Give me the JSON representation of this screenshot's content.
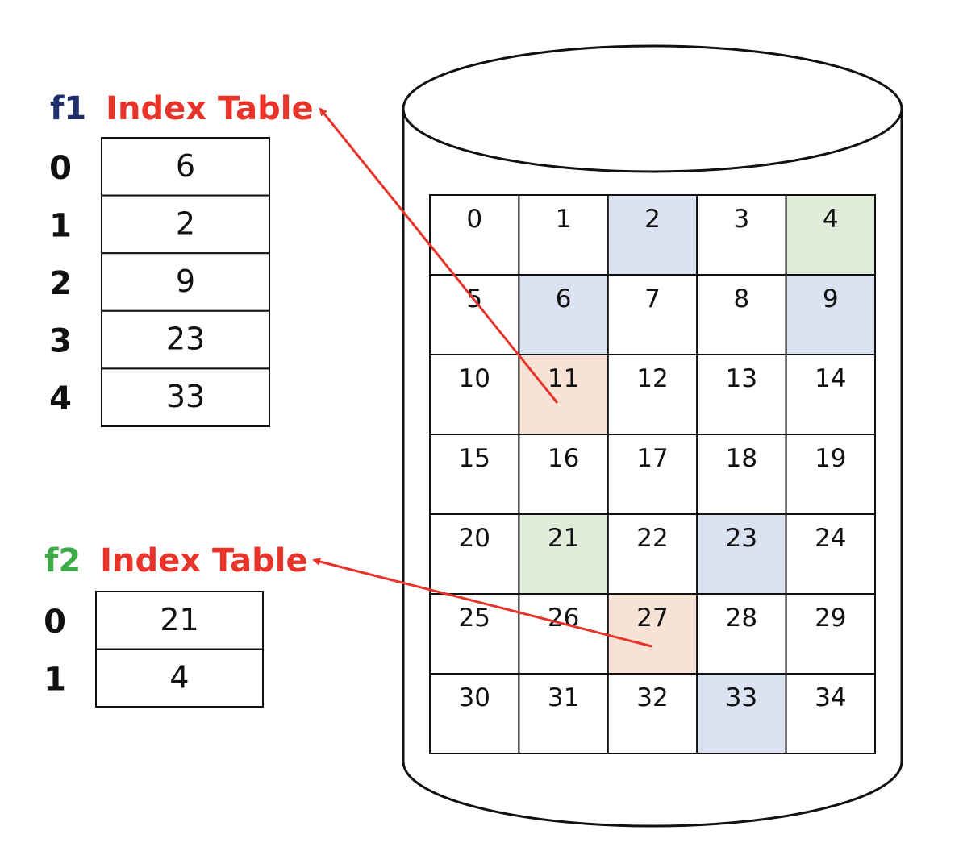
{
  "colors": {
    "pointer_arrow": "#e8332a",
    "f1_block_fill": "#dbe2f2",
    "f2_block_fill": "#e2ecda",
    "index_block_fill": "#f6e3d6"
  },
  "f1_table": {
    "prefix": "f1",
    "title": "Index Table",
    "rows": [
      {
        "index": "0",
        "value": "6"
      },
      {
        "index": "1",
        "value": "2"
      },
      {
        "index": "2",
        "value": "9"
      },
      {
        "index": "3",
        "value": "23"
      },
      {
        "index": "4",
        "value": "33"
      }
    ]
  },
  "f2_table": {
    "prefix": "f2",
    "title": "Index Table",
    "rows": [
      {
        "index": "0",
        "value": "21"
      },
      {
        "index": "1",
        "value": "4"
      }
    ]
  },
  "disk": {
    "blocks": [
      {
        "n": "0",
        "owner": ""
      },
      {
        "n": "1",
        "owner": ""
      },
      {
        "n": "2",
        "owner": "f1"
      },
      {
        "n": "3",
        "owner": ""
      },
      {
        "n": "4",
        "owner": "f2"
      },
      {
        "n": "5",
        "owner": ""
      },
      {
        "n": "6",
        "owner": "f1"
      },
      {
        "n": "7",
        "owner": ""
      },
      {
        "n": "8",
        "owner": ""
      },
      {
        "n": "9",
        "owner": "f1"
      },
      {
        "n": "10",
        "owner": ""
      },
      {
        "n": "11",
        "owner": "index"
      },
      {
        "n": "12",
        "owner": ""
      },
      {
        "n": "13",
        "owner": ""
      },
      {
        "n": "14",
        "owner": ""
      },
      {
        "n": "15",
        "owner": ""
      },
      {
        "n": "16",
        "owner": ""
      },
      {
        "n": "17",
        "owner": ""
      },
      {
        "n": "18",
        "owner": ""
      },
      {
        "n": "19",
        "owner": ""
      },
      {
        "n": "20",
        "owner": ""
      },
      {
        "n": "21",
        "owner": "f2"
      },
      {
        "n": "22",
        "owner": ""
      },
      {
        "n": "23",
        "owner": "f1"
      },
      {
        "n": "24",
        "owner": ""
      },
      {
        "n": "25",
        "owner": ""
      },
      {
        "n": "26",
        "owner": ""
      },
      {
        "n": "27",
        "owner": "index"
      },
      {
        "n": "28",
        "owner": ""
      },
      {
        "n": "29",
        "owner": ""
      },
      {
        "n": "30",
        "owner": ""
      },
      {
        "n": "31",
        "owner": ""
      },
      {
        "n": "32",
        "owner": ""
      },
      {
        "n": "33",
        "owner": "f1"
      },
      {
        "n": "34",
        "owner": ""
      }
    ]
  },
  "pointers": [
    {
      "from_block": "11",
      "to": "f1_table"
    },
    {
      "from_block": "27",
      "to": "f2_table"
    }
  ]
}
